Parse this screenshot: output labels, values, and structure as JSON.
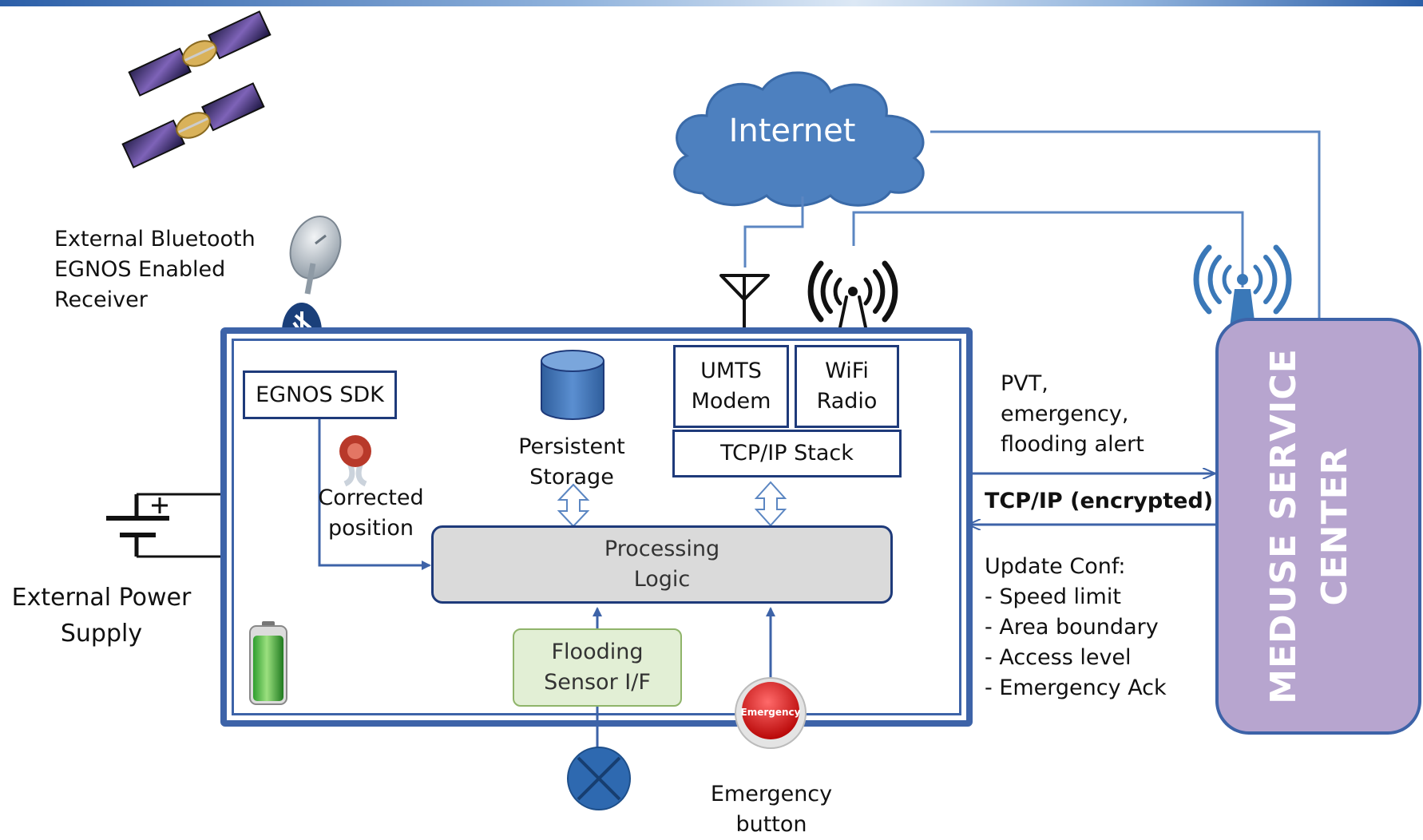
{
  "receiver": {
    "lines": [
      "External Bluetooth",
      "EGNOS Enabled",
      "Receiver"
    ]
  },
  "power": {
    "lines": [
      "External Power",
      "Supply"
    ]
  },
  "egnos_sdk": "EGNOS SDK",
  "corrected_position": {
    "lines": [
      "Corrected",
      "position"
    ]
  },
  "persistent_storage": {
    "lines": [
      "Persistent",
      "Storage"
    ]
  },
  "umts": {
    "lines": [
      "UMTS",
      "Modem"
    ]
  },
  "wifi": {
    "lines": [
      "WiFi",
      "Radio"
    ]
  },
  "tcpip_stack": "TCP/IP Stack",
  "processing": {
    "lines": [
      "Processing",
      "Logic"
    ]
  },
  "flooding": {
    "lines": [
      "Flooding",
      "Sensor I/F"
    ]
  },
  "emergency_button_face": "Emergency",
  "emergency_caption": {
    "lines": [
      "Emergency",
      "button"
    ]
  },
  "internet": "Internet",
  "uplink": {
    "lines": [
      "PVT,",
      "emergency,",
      "flooding alert"
    ]
  },
  "tcpip_encrypted": "TCP/IP (encrypted)",
  "update_conf": {
    "lines": [
      "Update Conf:",
      "- Speed limit",
      "- Area boundary",
      "- Access level",
      "- Emergency Ack"
    ]
  },
  "service_center": {
    "lines": [
      "MEDUSE SERVICE",
      "CENTER"
    ]
  },
  "colors": {
    "frame": "#3d63a8",
    "box_border": "#1e3a7a",
    "service": "#b7a5cf",
    "cloud": "#4d80bf",
    "flooding": "#e2efd5",
    "processing": "#dadada"
  },
  "icons": [
    "satellite-icon",
    "dish-icon",
    "bluetooth-icon",
    "battery-icon",
    "database-icon",
    "antenna-icon",
    "wifi-signal-icon",
    "cloud-icon",
    "dc-source-icon",
    "sensor-icon",
    "emergency-button-icon",
    "pin-icon"
  ]
}
